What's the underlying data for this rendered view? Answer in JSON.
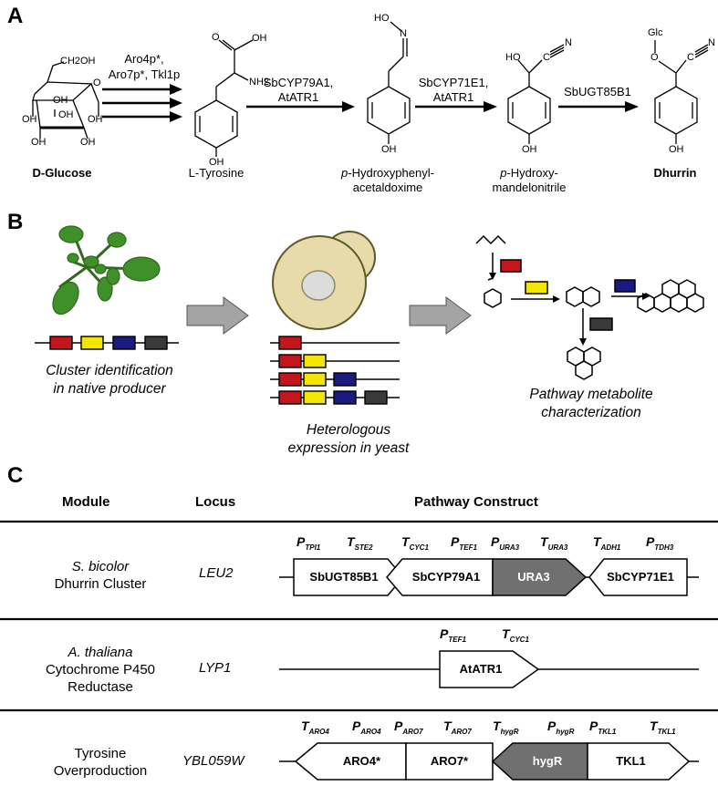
{
  "panels": {
    "a": "A",
    "b": "B",
    "c": "C"
  },
  "panel_a": {
    "compounds": [
      {
        "name": "D-Glucose",
        "bold": true
      },
      {
        "name": "L-Tyrosine",
        "bold": false
      },
      {
        "name_prefix": "p",
        "name_rest": "-Hydroxyphenyl-",
        "name_line2": "acetaldoxime"
      },
      {
        "name_prefix": "p",
        "name_rest": "-Hydroxy-",
        "name_line2": "mandelonitrile"
      },
      {
        "name": "Dhurrin",
        "bold": true
      }
    ],
    "enzymes": {
      "step1": [
        "Aro4p*,",
        "Aro7p*, Tkl1p"
      ],
      "step2": [
        "SbCYP79A1,",
        "AtATR1"
      ],
      "step3": [
        "SbCYP71E1,",
        "AtATR1"
      ],
      "step4": [
        "SbUGT85B1"
      ]
    },
    "atoms": {
      "glucose_ch2oh": "CH2OH",
      "oh": "OH",
      "o": "O",
      "nh2": "NH2",
      "hon": "HO",
      "n": "N",
      "ho": "HO",
      "c": "C",
      "glc": "Glc"
    }
  },
  "panel_b": {
    "captions": {
      "left": [
        "Cluster identification",
        "in native producer"
      ],
      "middle": [
        "Heterologous",
        "expression in yeast"
      ],
      "right": [
        "Pathway metabolite",
        "characterization"
      ]
    },
    "gene_colors": {
      "red": "#c4161c",
      "yellow": "#f2e600",
      "blue": "#1b1a7e",
      "dark": "#3a3a3a"
    }
  },
  "panel_c": {
    "headers": {
      "module": "Module",
      "locus": "Locus",
      "construct": "Pathway Construct"
    },
    "rows": [
      {
        "module": [
          "S. bicolor",
          "Dhurrin Cluster"
        ],
        "module_italic_line": 0,
        "locus": "LEU2",
        "promoters": [
          {
            "main": "P",
            "sub": "TPI1"
          },
          {
            "main": "T",
            "sub": "STE2"
          },
          {
            "main": "T",
            "sub": "CYC1"
          },
          {
            "main": "P",
            "sub": "TEF1"
          },
          {
            "main": "P",
            "sub": "URA3"
          },
          {
            "main": "T",
            "sub": "URA3"
          },
          {
            "main": "T",
            "sub": "ADH1"
          },
          {
            "main": "P",
            "sub": "TDH3"
          }
        ],
        "genes": [
          "SbUGT85B1",
          "SbCYP79A1",
          "URA3",
          "SbCYP71E1"
        ]
      },
      {
        "module": [
          "A. thaliana",
          "Cytochrome P450",
          "Reductase"
        ],
        "module_italic_line": 0,
        "locus": "LYP1",
        "promoters": [
          {
            "main": "P",
            "sub": "TEF1"
          },
          {
            "main": "T",
            "sub": "CYC1"
          }
        ],
        "genes": [
          "AtATR1"
        ]
      },
      {
        "module": [
          "Tyrosine",
          "Overproduction"
        ],
        "module_italic_line": -1,
        "locus": "YBL059W",
        "promoters": [
          {
            "main": "T",
            "sub": "ARO4"
          },
          {
            "main": "P",
            "sub": "ARO4"
          },
          {
            "main": "P",
            "sub": "ARO7"
          },
          {
            "main": "T",
            "sub": "ARO7"
          },
          {
            "main": "T",
            "sub": "hygR"
          },
          {
            "main": "P",
            "sub": "hygR"
          },
          {
            "main": "P",
            "sub": "TKL1"
          },
          {
            "main": "T",
            "sub": "TKL1"
          }
        ],
        "genes": [
          "ARO4*",
          "ARO7*",
          "hygR",
          "TKL1"
        ]
      }
    ],
    "marker_color": "#707070"
  }
}
